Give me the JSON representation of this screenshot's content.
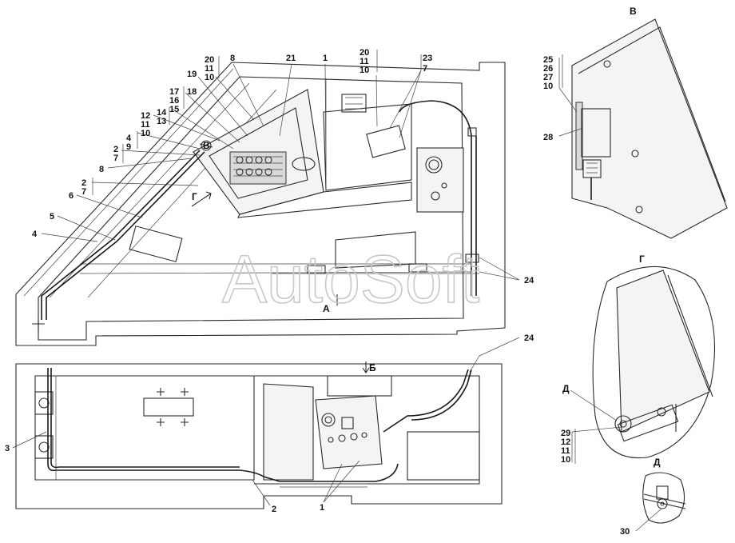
{
  "watermark": "AutoSoft",
  "views": {
    "v_title": "В",
    "g_title": "Г",
    "d_title": "Д",
    "a_arrow": "А",
    "b_arrow": "Б",
    "v_marker": "В",
    "g_marker": "Г",
    "d_marker": "Д"
  },
  "labels": {
    "l_20": "20",
    "l_11": "11",
    "l_10": "10",
    "l_8a": "8",
    "l_21": "21",
    "l_1a": "1",
    "l_20b": "20",
    "l_11b": "11",
    "l_10b": "10",
    "l_23": "23",
    "l_7a": "7",
    "l_19": "19",
    "l_17": "17",
    "l_18": "18",
    "l_16": "16",
    "l_15": "15",
    "l_12": "12",
    "l_14": "14",
    "l_11c": "11",
    "l_13": "13",
    "l_10c": "10",
    "l_4a": "4",
    "l_9": "9",
    "l_2a": "2",
    "l_7b": "7",
    "l_8b": "8",
    "l_2b": "2",
    "l_7c": "7",
    "l_6": "6",
    "l_5": "5",
    "l_4b": "4",
    "l_24a": "24",
    "l_24b": "24",
    "l_3": "3",
    "l_2c": "2",
    "l_1b": "1",
    "l_25": "25",
    "l_26": "26",
    "l_27": "27",
    "l_10d": "10",
    "l_28": "28",
    "l_29": "29",
    "l_12b": "12",
    "l_11d": "11",
    "l_10e": "10",
    "l_30": "30"
  }
}
